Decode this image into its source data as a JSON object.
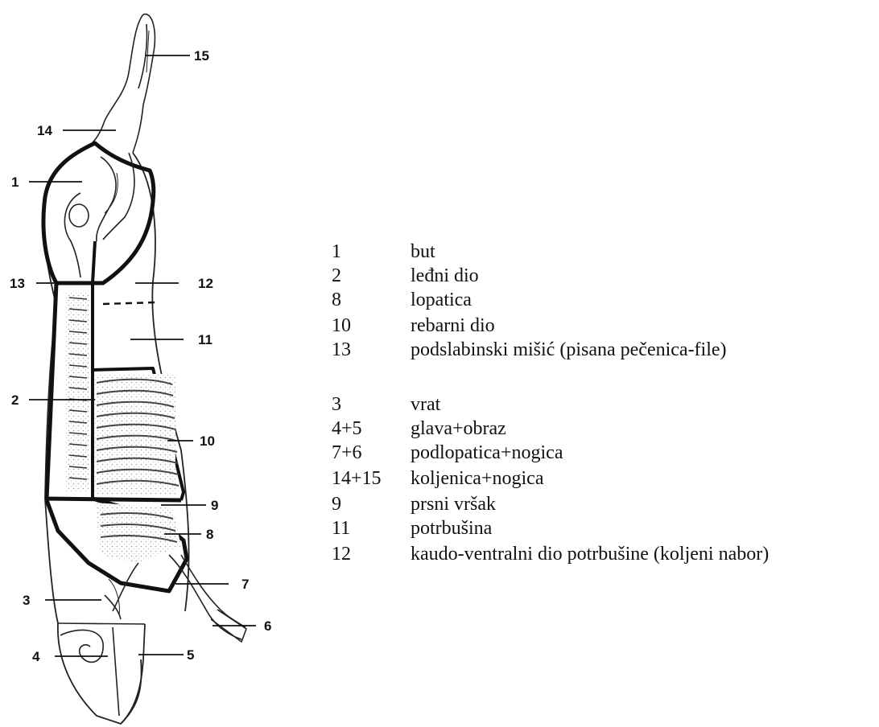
{
  "diagram": {
    "callouts": [
      "15",
      "14",
      "1",
      "13",
      "12",
      "11",
      "2",
      "10",
      "9",
      "8",
      "7",
      "3",
      "6",
      "4",
      "5"
    ]
  },
  "legend": {
    "group_a": [
      {
        "code": "1",
        "name": "but"
      },
      {
        "code": "2",
        "name": "leđni dio"
      },
      {
        "code": "8",
        "name": "lopatica"
      },
      {
        "code": "10",
        "name": "rebarni dio"
      },
      {
        "code": "13",
        "name": "podslabinski mišić (pisana pečenica-file)"
      }
    ],
    "group_b": [
      {
        "code": "3",
        "name": "vrat"
      },
      {
        "code": "4+5",
        "name": "glava+obraz"
      },
      {
        "code": "7+6",
        "name": "podlopatica+nogica"
      },
      {
        "code": "14+15",
        "name": "koljenica+nogica"
      },
      {
        "code": "9",
        "name": "prsni vršak"
      },
      {
        "code": "11",
        "name": "potrbušina"
      },
      {
        "code": "12",
        "name": "kaudo-ventralni dio potrbušine (koljeni nabor)"
      }
    ]
  }
}
